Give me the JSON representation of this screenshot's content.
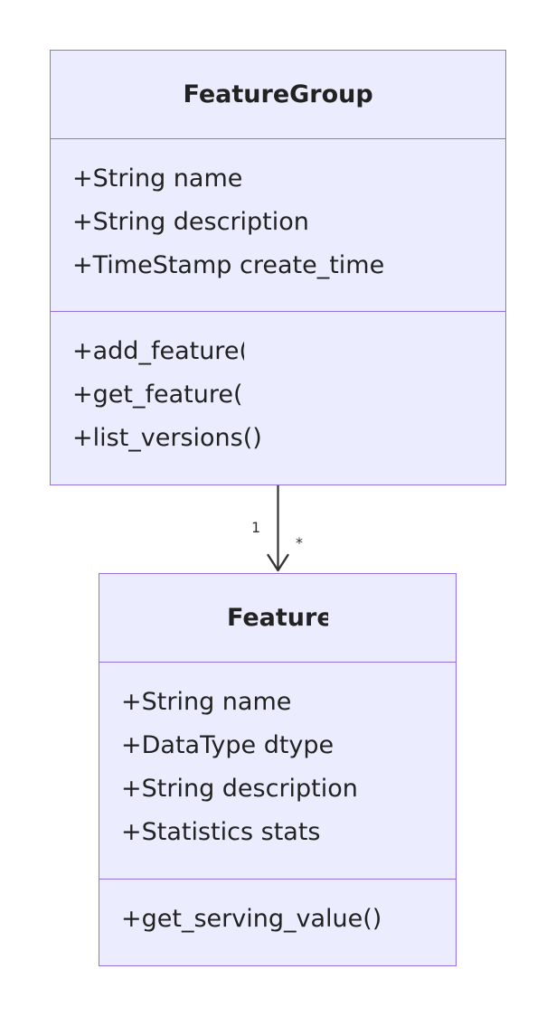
{
  "diagram": {
    "classes": [
      {
        "name": "FeatureGroup",
        "attributes": [
          "+String name",
          "+String description",
          "+TimeStamp create_time"
        ],
        "methods": [
          "+add_feature()",
          "+get_feature()",
          "+list_versions()"
        ]
      },
      {
        "name": "Feature",
        "attributes": [
          "+String name",
          "+DataType dtype",
          "+String description",
          "+Statistics stats"
        ],
        "methods": [
          "+get_serving_value()"
        ]
      }
    ],
    "relation": {
      "source_multiplicity": "1",
      "target_multiplicity": "*"
    }
  },
  "colors": {
    "box_fill": "#ECECFF",
    "box_stroke": "#9370DB",
    "arrow": "#333333"
  }
}
